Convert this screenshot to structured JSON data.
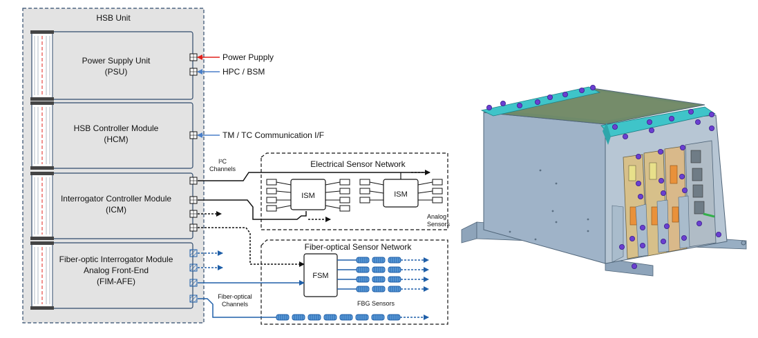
{
  "hsb_unit": {
    "title": "HSB Unit",
    "modules": [
      {
        "lines": [
          "Power Supply Unit",
          "(PSU)"
        ]
      },
      {
        "lines": [
          "HSB Controller Module",
          "(HCM)"
        ]
      },
      {
        "lines": [
          "Interrogator Controller Module",
          "(ICM)"
        ]
      },
      {
        "lines": [
          "Fiber-optic Interrogator Module",
          "Analog Front-End",
          "(FIM-AFE)"
        ]
      }
    ]
  },
  "interfaces": {
    "power": "Power Pupply",
    "hpc": "HPC / BSM",
    "tmtc": "TM / TC Communication I/F"
  },
  "electrical_network": {
    "title": "Electrical Sensor Network",
    "i2c": [
      "I²C",
      "Channels"
    ],
    "ism_left": "ISM",
    "ism_right": "ISM",
    "analog": [
      "Analog",
      "Sensors"
    ]
  },
  "fiber_network": {
    "title": "Fiber-optical Sensor Network",
    "fsm": "FSM",
    "fbg": "FBG Sensors",
    "channels": [
      "Fiber-optical",
      "Channels"
    ]
  },
  "colors": {
    "unit_bg": "#e3e3e3",
    "frame": "#2f4a6b",
    "power_arrow": "#e0201b",
    "signal_arrow": "#4a7fc8",
    "fiber": "#1f5fa8",
    "fbg_fill": "#5b9ad8",
    "enclosure": "#9fb3c8",
    "top_plate": "#3fc4c9",
    "bolt": "#6a3fd0"
  }
}
